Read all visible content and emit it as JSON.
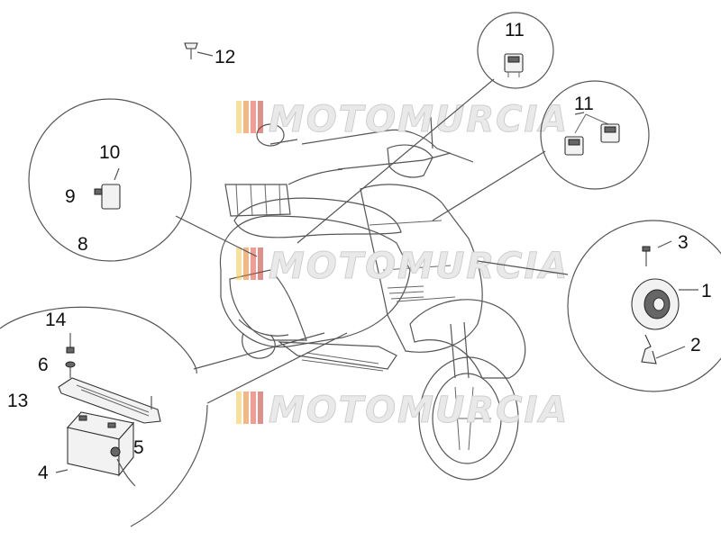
{
  "watermark": {
    "text": "MOTOMURCIA",
    "stripe_colors": [
      "#f2c94c",
      "#e67e22",
      "#e74c3c",
      "#c0392b"
    ]
  },
  "callouts": {
    "c1": "1",
    "c2": "2",
    "c3": "3",
    "c4": "4",
    "c5": "5",
    "c6": "6",
    "c8": "8",
    "c9": "9",
    "c10": "10",
    "c11_top": "11",
    "c11_pair": "11",
    "c12": "12",
    "c13": "13",
    "c14": "14"
  }
}
